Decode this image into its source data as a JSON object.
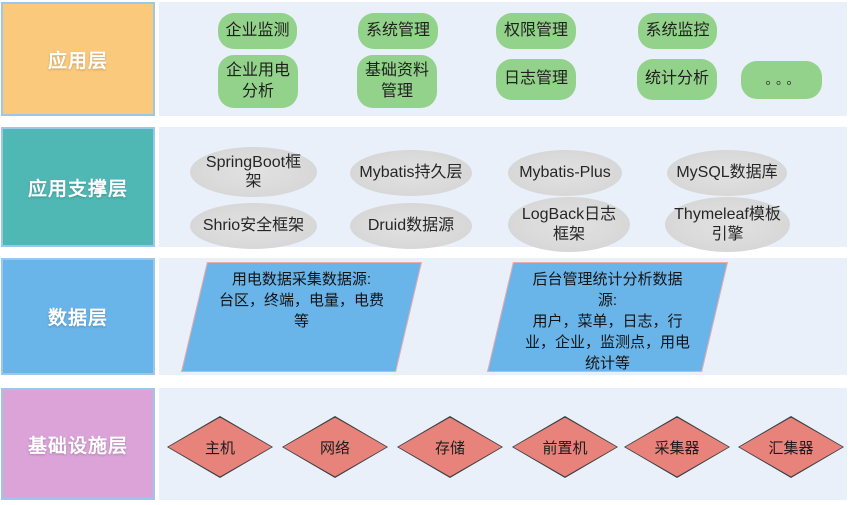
{
  "colors": {
    "row_background": "#E9F0FA",
    "application_label_bg": "#FBC97C",
    "support_label_bg": "#4FB8B5",
    "data_label_bg": "#69B4E9",
    "infrastructure_label_bg": "#DBA3D7",
    "label_border": "#9CC7EC",
    "pill_green": "#93D28A",
    "ellipse_gray": "#DADADA",
    "parallelogram_fill": "#69B4E9",
    "parallelogram_border": "#F2A9A7",
    "diamond_fill": "#E8837C",
    "diamond_border": "#3F3F3F"
  },
  "layers": {
    "application": {
      "label": "应用层",
      "items": {
        "0": "企业监测",
        "1": "系统管理",
        "2": "权限管理",
        "3": "系统监控",
        "4": "企业用电\n分析",
        "5": "基础资料\n管理",
        "6": "日志管理",
        "7": "统计分析",
        "8": "。。。"
      }
    },
    "support": {
      "label": "应用支撑层",
      "items": {
        "0": "SpringBoot框\n架",
        "1": "Mybatis持久层",
        "2": "Mybatis-Plus",
        "3": "MySQL数据库",
        "4": "Shrio安全框架",
        "5": "Druid数据源",
        "6": "LogBack日志\n框架",
        "7": "Thymeleaf模板\n引擎"
      }
    },
    "data": {
      "label": "数据层",
      "items": {
        "0": "用电数据采集数据源:\n台区，终端，电量，电费\n等",
        "1": "后台管理统计分析数据\n源:\n用户，菜单，日志，行\n业，企业，监测点，用电\n统计等"
      }
    },
    "infrastructure": {
      "label": "基础设施层",
      "items": {
        "0": "主机",
        "1": "网络",
        "2": "存储",
        "3": "前置机",
        "4": "采集器",
        "5": "汇集器"
      }
    }
  }
}
